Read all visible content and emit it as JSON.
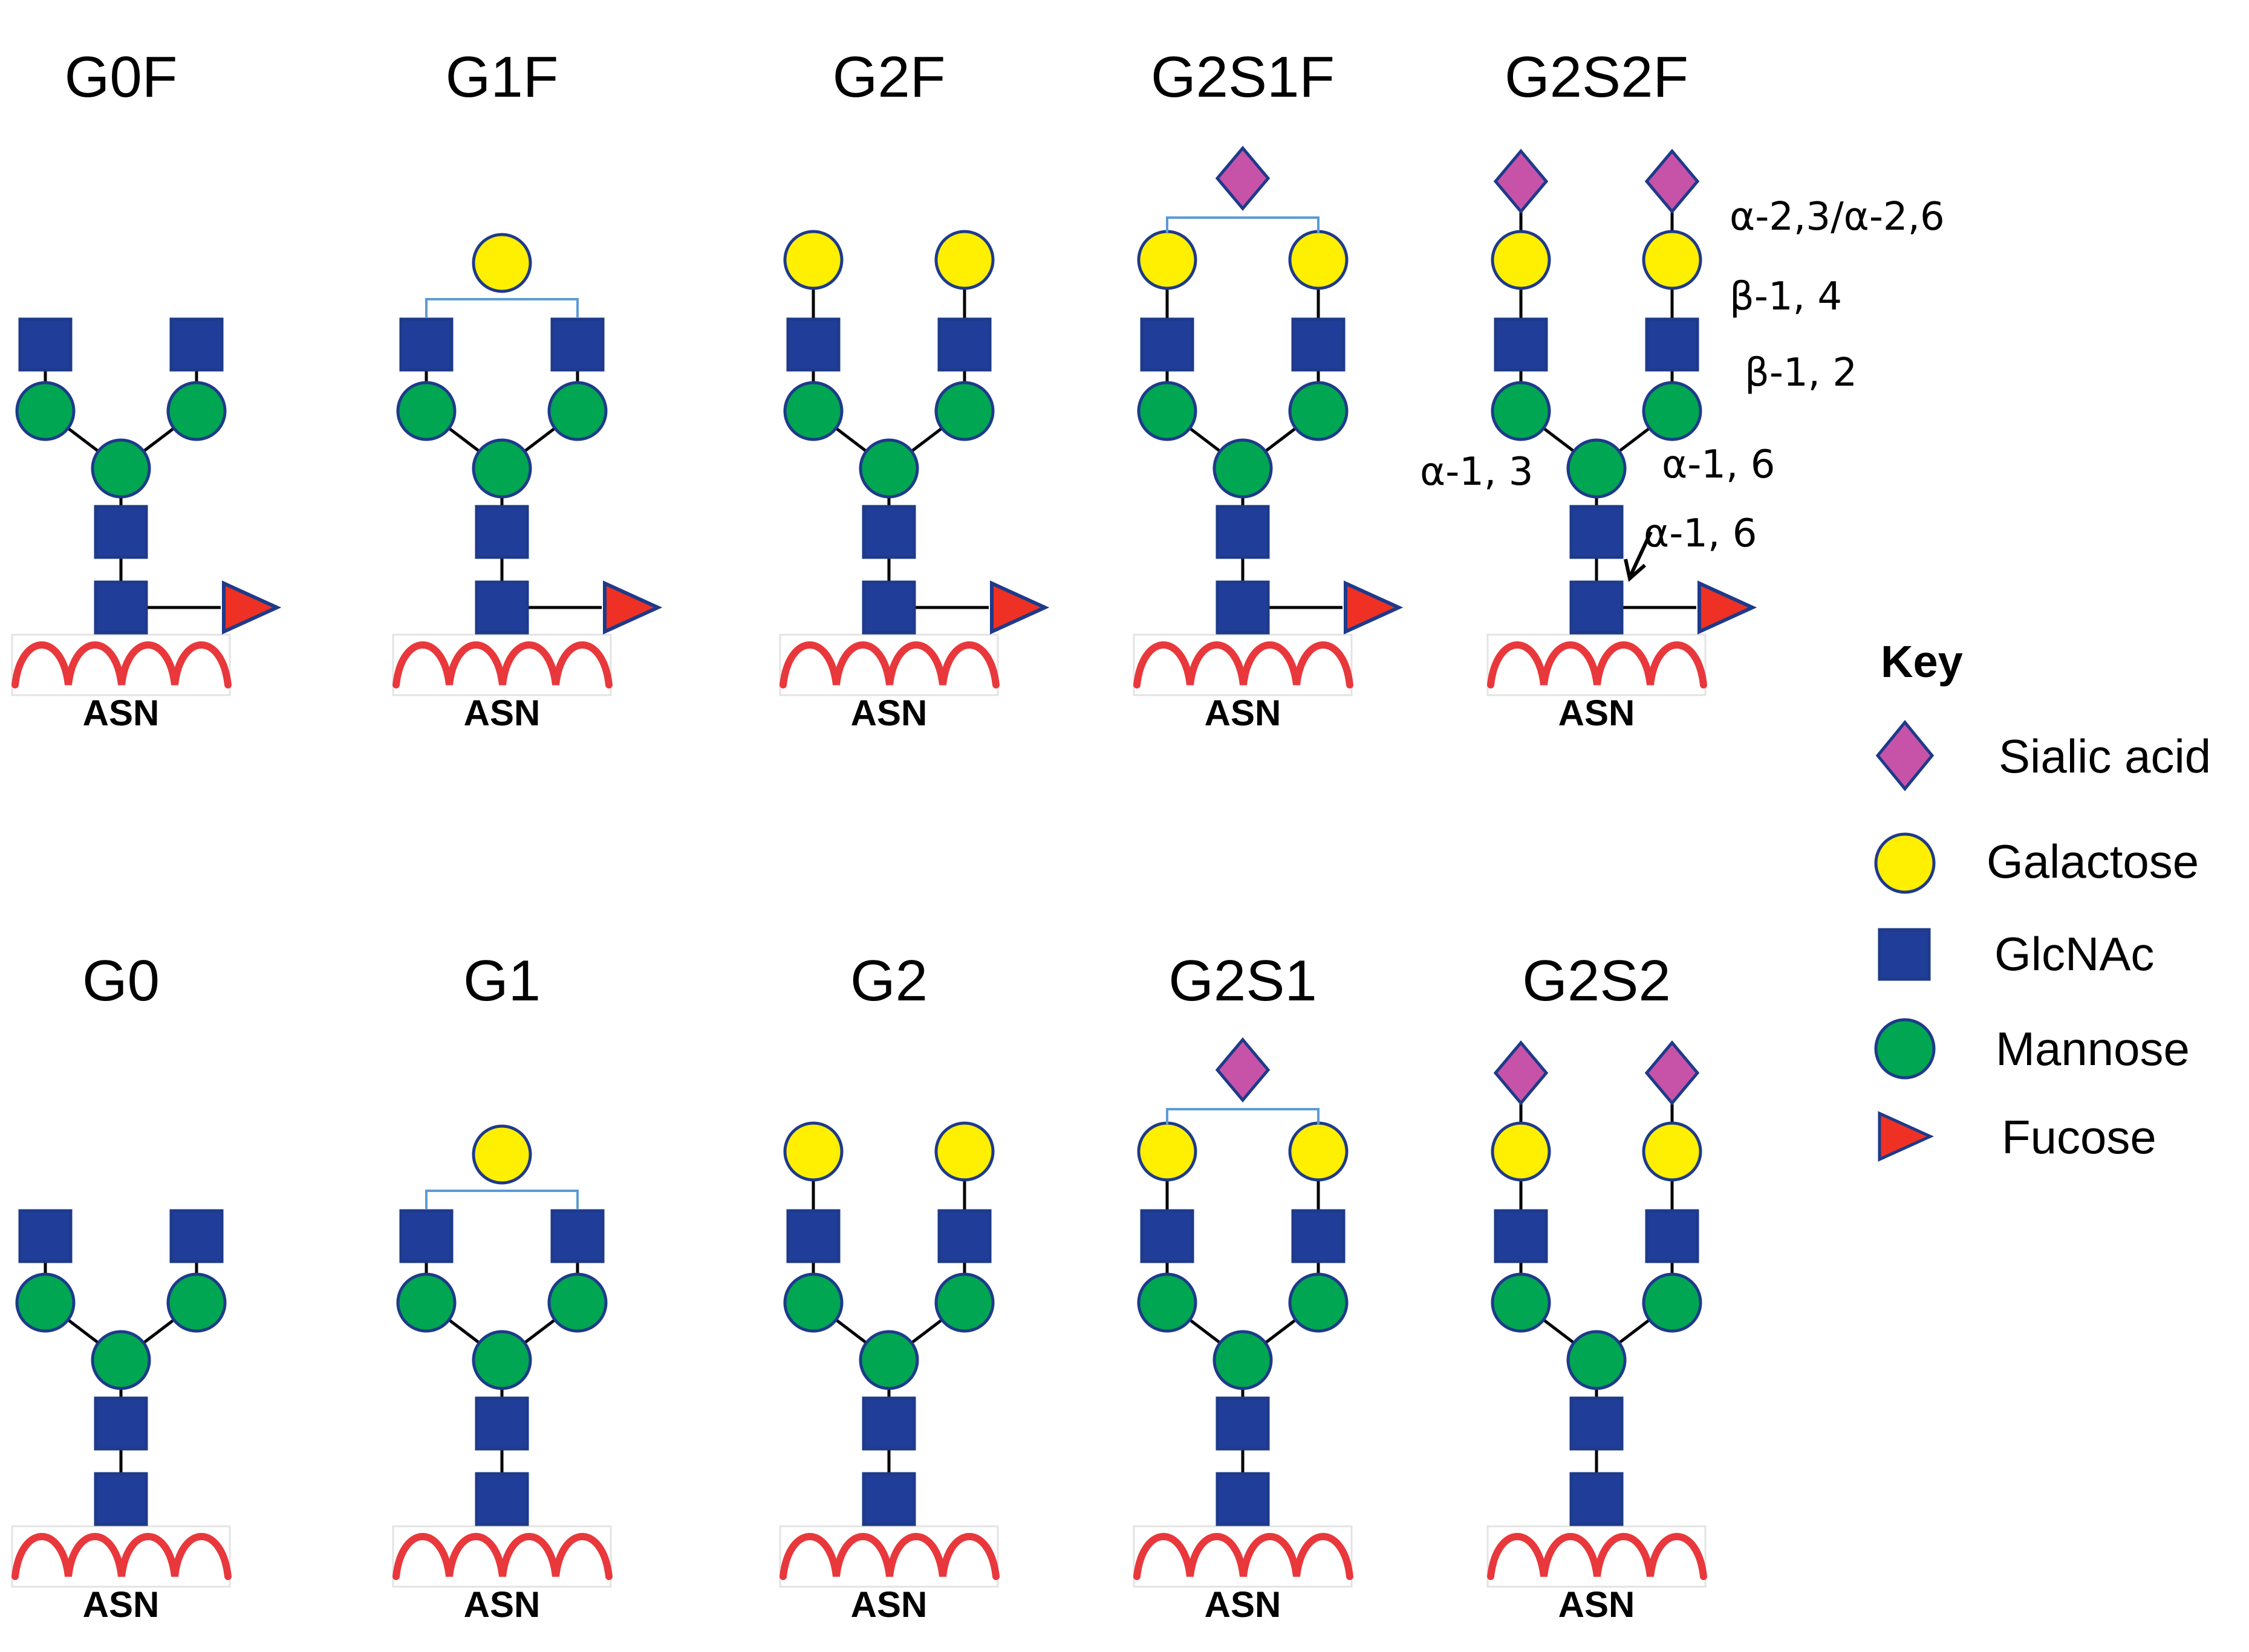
{
  "colors": {
    "sialic": "#c653a8",
    "galactose": "#ffef00",
    "glcnac": "#1f3d99",
    "mannose": "#00a651",
    "fucose": "#ee3124",
    "outline": "#1e3a8a",
    "bond": "#000000",
    "bracket": "#5b9bd5",
    "helix": "#e8383c"
  },
  "glycans": [
    {
      "title": "G0F",
      "fucose": true,
      "galactose": 0,
      "sialic": 0
    },
    {
      "title": "G1F",
      "fucose": true,
      "galactose": 1,
      "sialic": 0
    },
    {
      "title": "G2F",
      "fucose": true,
      "galactose": 2,
      "sialic": 0
    },
    {
      "title": "G2S1F",
      "fucose": true,
      "galactose": 2,
      "sialic": 1
    },
    {
      "title": "G2S2F",
      "fucose": true,
      "galactose": 2,
      "sialic": 2
    },
    {
      "title": "G0",
      "fucose": false,
      "galactose": 0,
      "sialic": 0
    },
    {
      "title": "G1",
      "fucose": false,
      "galactose": 1,
      "sialic": 0
    },
    {
      "title": "G2",
      "fucose": false,
      "galactose": 2,
      "sialic": 0
    },
    {
      "title": "G2S1",
      "fucose": false,
      "galactose": 2,
      "sialic": 1
    },
    {
      "title": "G2S2",
      "fucose": false,
      "galactose": 2,
      "sialic": 2
    }
  ],
  "asn_label": "ASN",
  "linkages": {
    "sialic_gal": "α-2,3/α-2,6",
    "gal_glcnac": "β-1, 4",
    "glcnac_man": "β-1, 2",
    "man_left": "α-1, 3",
    "man_right": "α-1, 6",
    "core_fucose": "α-1, 6"
  },
  "key": {
    "title": "Key",
    "items": [
      {
        "shape": "diamond",
        "label": "Sialic acid"
      },
      {
        "shape": "circle-yellow",
        "label": "Galactose"
      },
      {
        "shape": "square",
        "label": "GlcNAc"
      },
      {
        "shape": "circle-green",
        "label": "Mannose"
      },
      {
        "shape": "triangle",
        "label": "Fucose"
      }
    ]
  }
}
